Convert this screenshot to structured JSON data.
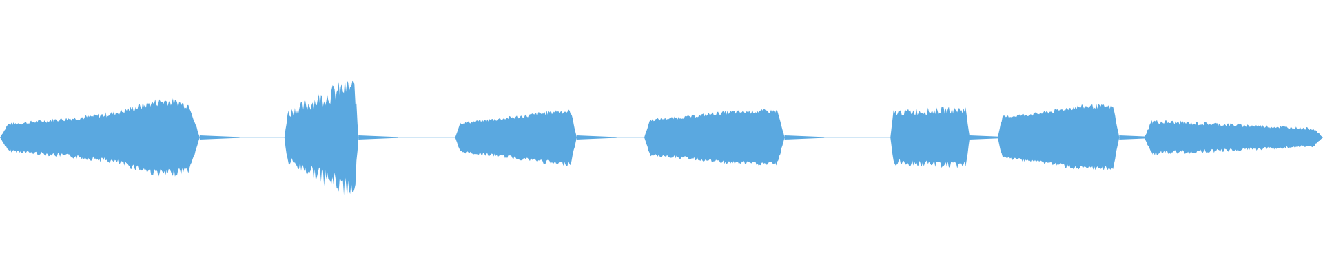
{
  "waveform": {
    "color": "#5aa8e0",
    "background": "#ffffff",
    "segment_count": 7,
    "segments": [
      {
        "label": "segment-1",
        "start": 0.0,
        "end": 0.151,
        "peak": 0.2,
        "rise": 0.55,
        "swell": 0.32,
        "swell_pos": 0.8,
        "decay": 0.0,
        "texture": 0.12
      },
      {
        "label": "segment-2",
        "start": 0.215,
        "end": 0.271,
        "peak": 0.36,
        "rise": 0.55,
        "swell": 0.0,
        "swell_pos": 0.5,
        "decay": 0.0,
        "texture": 0.22
      },
      {
        "label": "segment-3",
        "start": 0.344,
        "end": 0.436,
        "peak": 0.18,
        "rise": 0.45,
        "swell": 0.05,
        "swell_pos": 0.85,
        "decay": 0.0,
        "texture": 0.1
      },
      {
        "label": "segment-4",
        "start": 0.487,
        "end": 0.593,
        "peak": 0.19,
        "rise": 0.35,
        "swell": 0.06,
        "swell_pos": 0.55,
        "decay": 0.0,
        "texture": 0.08
      },
      {
        "label": "segment-5",
        "start": 0.673,
        "end": 0.733,
        "peak": 0.2,
        "rise": 0.1,
        "swell": 0.0,
        "swell_pos": 0.5,
        "decay": 0.0,
        "texture": 0.14
      },
      {
        "label": "segment-6",
        "start": 0.754,
        "end": 0.846,
        "peak": 0.22,
        "rise": 0.35,
        "swell": 0.08,
        "swell_pos": 0.65,
        "decay": 0.0,
        "texture": 0.08
      },
      {
        "label": "segment-7",
        "start": 0.865,
        "end": 1.0,
        "peak": 0.13,
        "rise": 0.1,
        "swell": 0.0,
        "swell_pos": 0.5,
        "decay": 0.55,
        "texture": 0.15
      }
    ]
  }
}
